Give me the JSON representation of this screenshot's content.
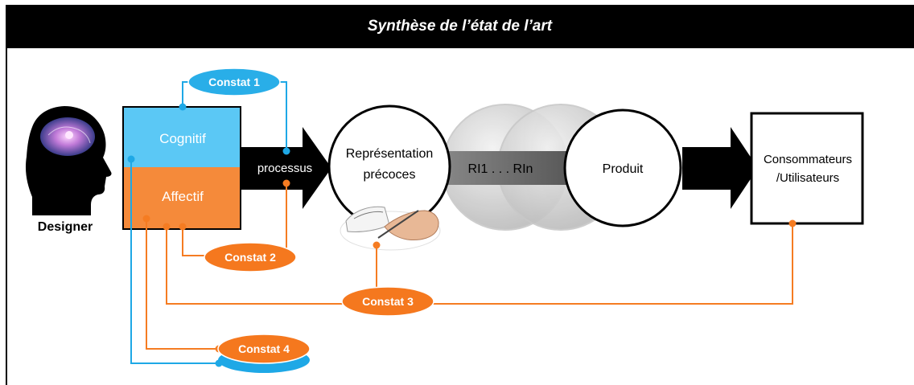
{
  "title": "Synthèse de l’état de l’art",
  "designer_label": "Designer",
  "box": {
    "top_label": "Cognitif",
    "bottom_label": "Affectif"
  },
  "process_label": "processus",
  "representation": {
    "line1": "Représentation",
    "line2": "précoces"
  },
  "ri_label": "RI1 . . . RIn",
  "produit_label": "Produit",
  "consumers": {
    "line1": "Consommateurs",
    "line2": "/Utilisateurs"
  },
  "constats": [
    "Constat 1",
    "Constat 2",
    "Constat 3",
    "Constat 4"
  ],
  "colors": {
    "cognitive": "#5bc8f5",
    "affective": "#f58a3a",
    "blue_line": "#1ea8e6",
    "orange_line": "#f57c22",
    "title_bg": "#000000"
  }
}
